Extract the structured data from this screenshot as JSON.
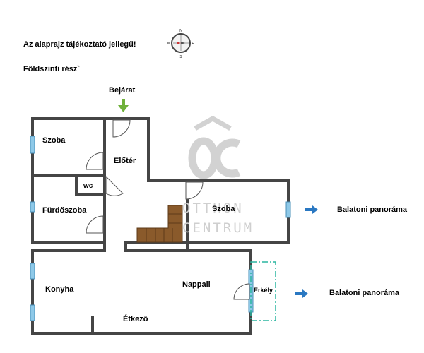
{
  "notes": {
    "disclaimer": "Az alaprajz tájékoztató jellegű!",
    "floor_label": "Földszinti rész`"
  },
  "entrance": {
    "label": "Bejárat",
    "arrow_color": "#6fb13a"
  },
  "rooms": {
    "szoba_1": "Szoba",
    "wc": "wc",
    "fordoszoba": "Fürdőszoba",
    "eloter": "Előtér",
    "szoba_2": "Szoba",
    "konyha": "Konyha",
    "nappali": "Nappali",
    "etkezo": "Étkező",
    "erkely": "Erkély"
  },
  "views": {
    "view_1": "Balatoni panoráma",
    "view_2": "Balatoni panoráma",
    "arrow_color": "#2a78c2"
  },
  "watermark": {
    "logo": "OC",
    "line1": "OTTHON",
    "line2": "CENTRUM"
  },
  "compass": {
    "n": "N",
    "s": "S",
    "e": "E",
    "w": "W"
  },
  "colors": {
    "wall": "#454545",
    "window": "#8ec9e8",
    "stairs": "#8a5a2b",
    "balcony": "#2bb5a0"
  }
}
